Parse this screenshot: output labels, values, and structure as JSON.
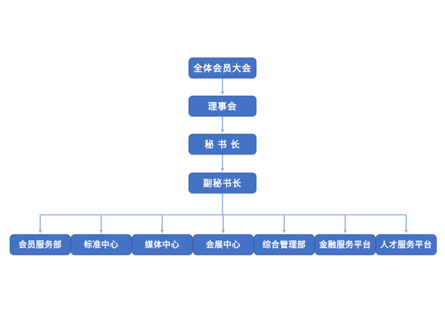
{
  "chart_data": {
    "type": "diagram",
    "diagram_type": "organization-chart",
    "title": "",
    "background_color": "#FFFFFF",
    "node_fill_color": "#4472C4",
    "node_border_color": "#3C66B4",
    "node_text_color": "#FFFFFF",
    "connector_color": "#8FAADC",
    "orientation": "top-down",
    "levels": 5,
    "nodes": [
      {
        "id": "assembly",
        "label": "全体会员大会",
        "level": 1
      },
      {
        "id": "council",
        "label": "理事会",
        "level": 2
      },
      {
        "id": "secgen",
        "label": "秘 书 长",
        "level": 3
      },
      {
        "id": "depsecgen",
        "label": "副秘书长",
        "level": 4
      }
    ],
    "units": [
      {
        "id": "unit-0",
        "label": "会员服务部"
      },
      {
        "id": "unit-1",
        "label": "标准中心"
      },
      {
        "id": "unit-2",
        "label": "媒体中心"
      },
      {
        "id": "unit-3",
        "label": "会展中心"
      },
      {
        "id": "unit-4",
        "label": "综合管理部"
      },
      {
        "id": "unit-5",
        "label": "金融服务平台"
      },
      {
        "id": "unit-6",
        "label": "人才服务平台"
      }
    ],
    "edges": [
      {
        "from": "assembly",
        "to": "council",
        "style": "arrow"
      },
      {
        "from": "council",
        "to": "secgen",
        "style": "arrow"
      },
      {
        "from": "secgen",
        "to": "depsecgen",
        "style": "arrow"
      },
      {
        "from": "depsecgen",
        "to": "unit-0",
        "style": "elbow-arrow"
      },
      {
        "from": "depsecgen",
        "to": "unit-1",
        "style": "elbow-arrow"
      },
      {
        "from": "depsecgen",
        "to": "unit-2",
        "style": "elbow-arrow"
      },
      {
        "from": "depsecgen",
        "to": "unit-3",
        "style": "elbow-arrow"
      },
      {
        "from": "depsecgen",
        "to": "unit-4",
        "style": "elbow-arrow"
      },
      {
        "from": "depsecgen",
        "to": "unit-5",
        "style": "elbow-arrow"
      },
      {
        "from": "depsecgen",
        "to": "unit-6",
        "style": "elbow-arrow"
      }
    ]
  }
}
